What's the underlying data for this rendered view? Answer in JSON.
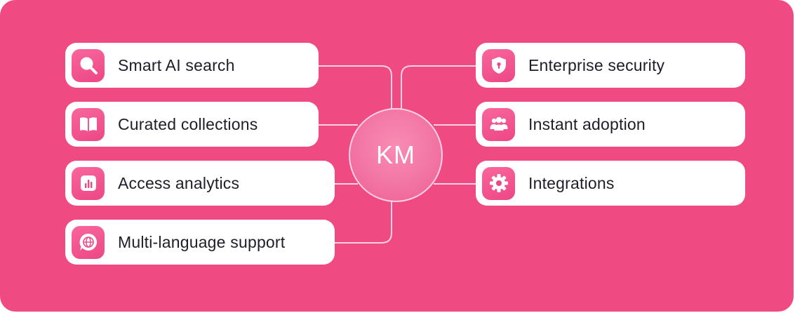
{
  "hub": {
    "label": "KM"
  },
  "features_left": [
    {
      "label": "Smart AI search",
      "icon": "magnifier-icon"
    },
    {
      "label": "Curated collections",
      "icon": "open-book-icon"
    },
    {
      "label": "Access analytics",
      "icon": "bar-chart-icon"
    },
    {
      "label": "Multi-language support",
      "icon": "globe-chat-icon"
    }
  ],
  "features_right": [
    {
      "label": "Enterprise security",
      "icon": "shield-lock-icon"
    },
    {
      "label": "Instant adoption",
      "icon": "users-icon"
    },
    {
      "label": "Integrations",
      "icon": "gear-icon"
    }
  ],
  "colors": {
    "background": "#ef4a82",
    "card": "#ffffff",
    "icon_gradient_start": "#f9669c",
    "icon_gradient_end": "#ec4786",
    "connector": "#ffd3e3",
    "text": "#1e1e2a"
  }
}
